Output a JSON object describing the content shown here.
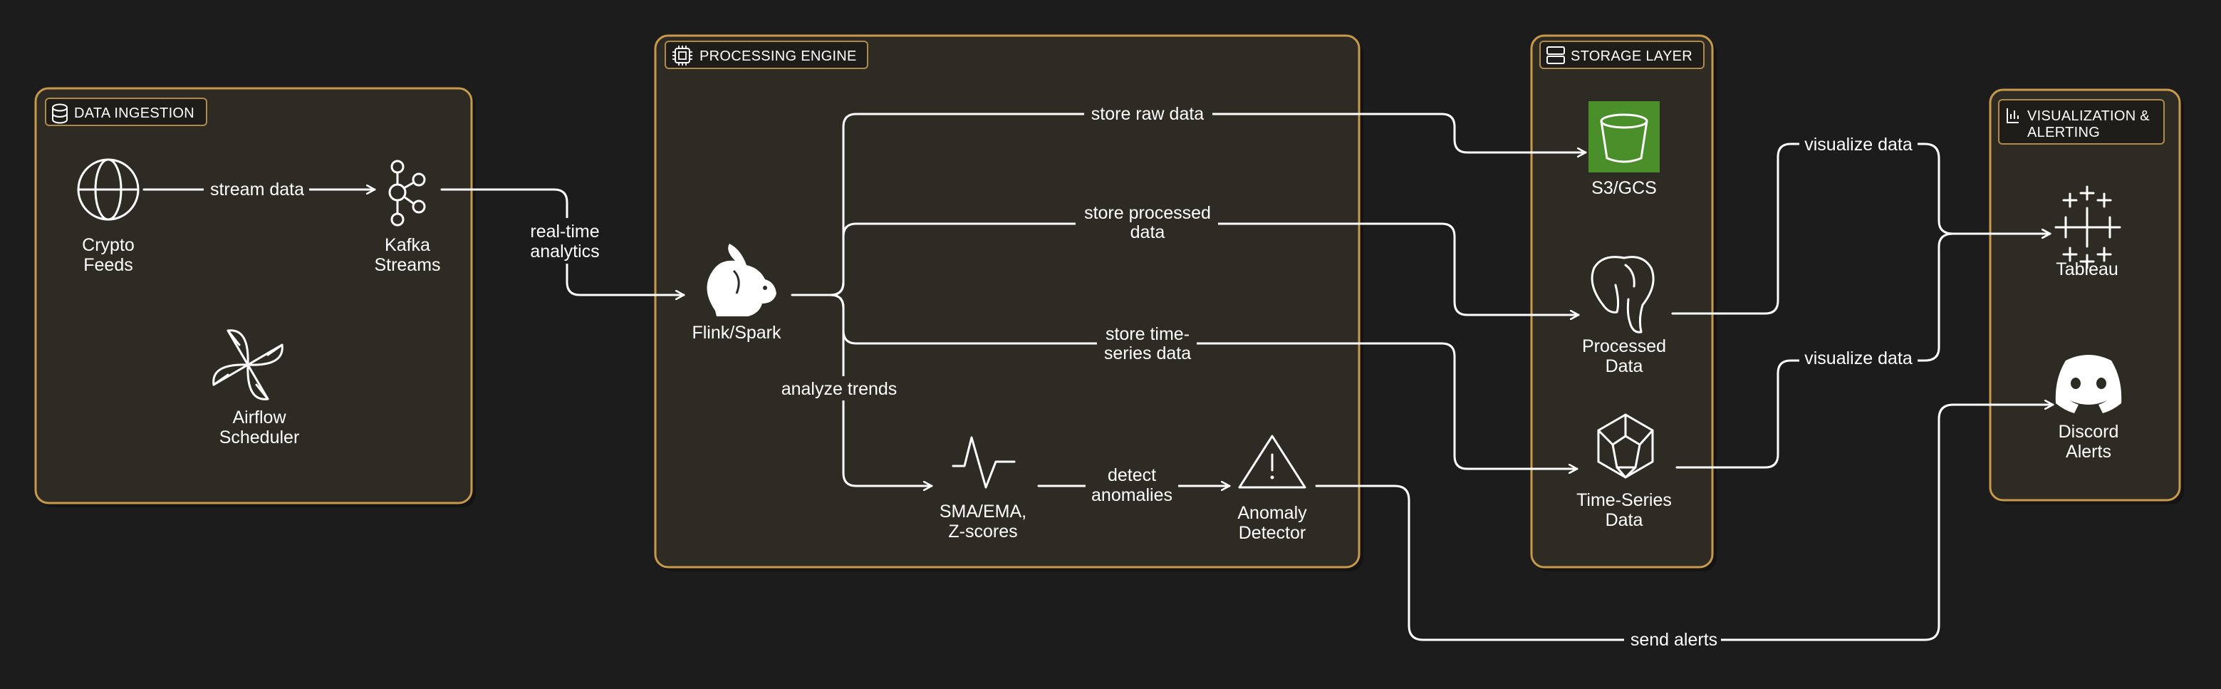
{
  "groups": {
    "ingestion": {
      "title": "DATA INGESTION",
      "icon": "database-icon"
    },
    "processing": {
      "title": "PROCESSING ENGINE",
      "icon": "cpu-chip-icon"
    },
    "storage": {
      "title": "STORAGE LAYER",
      "icon": "server-stack-icon"
    },
    "visualization": {
      "title_line1": "VISUALIZATION &",
      "title_line2": "ALERTING",
      "icon": "bar-chart-icon"
    }
  },
  "nodes": {
    "crypto_feeds": {
      "line1": "Crypto",
      "line2": "Feeds",
      "icon": "globe-icon"
    },
    "kafka": {
      "line1": "Kafka",
      "line2": "Streams",
      "icon": "kafka-icon"
    },
    "airflow": {
      "line1": "Airflow",
      "line2": "Scheduler",
      "icon": "airflow-pinwheel-icon"
    },
    "flink": {
      "line1": "Flink/Spark",
      "icon": "flink-squirrel-icon"
    },
    "sma": {
      "line1": "SMA/EMA,",
      "line2": "Z-scores",
      "icon": "activity-pulse-icon"
    },
    "anomaly": {
      "line1": "Anomaly",
      "line2": "Detector",
      "icon": "warning-triangle-icon"
    },
    "s3": {
      "line1": "S3/GCS",
      "icon": "s3-bucket-icon",
      "icon_color": "#4a8f2a"
    },
    "processed": {
      "line1": "Processed",
      "line2": "Data",
      "icon": "postgres-elephant-icon"
    },
    "timeseries": {
      "line1": "Time-Series",
      "line2": "Data",
      "icon": "timescale-polyhedron-icon"
    },
    "tableau": {
      "line1": "Tableau",
      "icon": "tableau-icon"
    },
    "discord": {
      "line1": "Discord",
      "line2": "Alerts",
      "icon": "discord-icon"
    }
  },
  "edges": {
    "stream_data": "stream data",
    "realtime_1": "real-time",
    "realtime_2": "analytics",
    "store_raw": "store raw data",
    "store_processed_1": "store processed",
    "store_processed_2": "data",
    "store_ts_1": "store time-",
    "store_ts_2": "series data",
    "analyze_trends": "analyze trends",
    "detect_1": "detect",
    "detect_2": "anomalies",
    "visualize_1": "visualize data",
    "visualize_2": "visualize data",
    "send_alerts": "send alerts"
  },
  "colors": {
    "background": "#1c1c1c",
    "group_fill": "#2e2b24",
    "group_border": "#c8994a",
    "line": "#ffffff",
    "s3_green": "#4a8f2a"
  }
}
